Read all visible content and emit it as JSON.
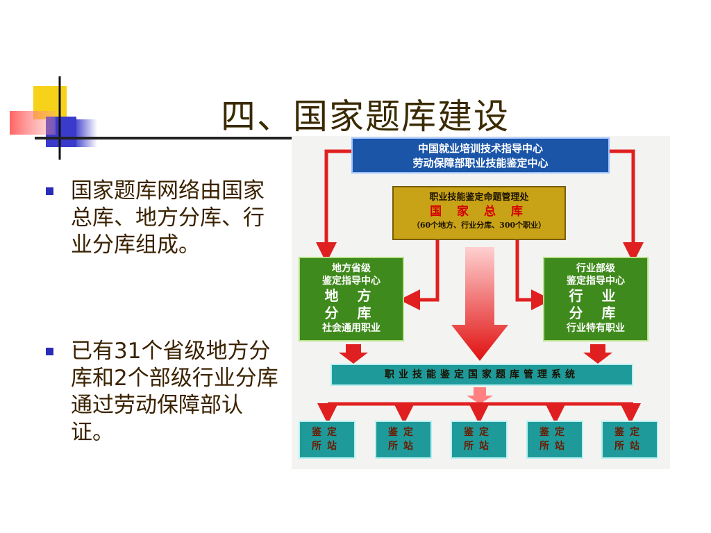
{
  "slide": {
    "title": "四、国家题库建设",
    "bullets": [
      "国家题库网络由国家总库、地方分库、行业分库组成。",
      "已有31个省级地方分库和2个部级行业分库通过劳动保障部认证。"
    ]
  },
  "diagram": {
    "top_box": {
      "line1": "中国就业培训技术指导中心",
      "line2": "劳动保障部职业技能鉴定中心"
    },
    "center_box": {
      "line1": "职业技能鉴定命题管理处",
      "line2": "国 家 总 库",
      "line3": "（60个地方、行业分库、300个职业）"
    },
    "left_box": {
      "line1": "地方省级",
      "line2": "鉴定指导中心",
      "line3": "地 方",
      "line4": "分 库",
      "line5": "社会通用职业"
    },
    "right_box": {
      "line1": "行业部级",
      "line2": "鉴定指导中心",
      "line3": "行 业",
      "line4": "分 库",
      "line5": "行业特有职业"
    },
    "system_box": "职业技能鉴定国家题库管理系统",
    "stations": [
      {
        "line1": "鉴定",
        "line2": "所站"
      },
      {
        "line1": "鉴定",
        "line2": "所站"
      },
      {
        "line1": "鉴定",
        "line2": "所站"
      },
      {
        "line1": "鉴定",
        "line2": "所站"
      },
      {
        "line1": "鉴定",
        "line2": "所站"
      }
    ]
  },
  "colors": {
    "title": "#3a2a00",
    "bullet_marker": "#2b2bb8",
    "top_box": "#1a55a8",
    "center_box": "#c9a317",
    "side_boxes": "#3f8a1c",
    "system_box": "#1f9a9a",
    "arrows": "#e02020"
  }
}
